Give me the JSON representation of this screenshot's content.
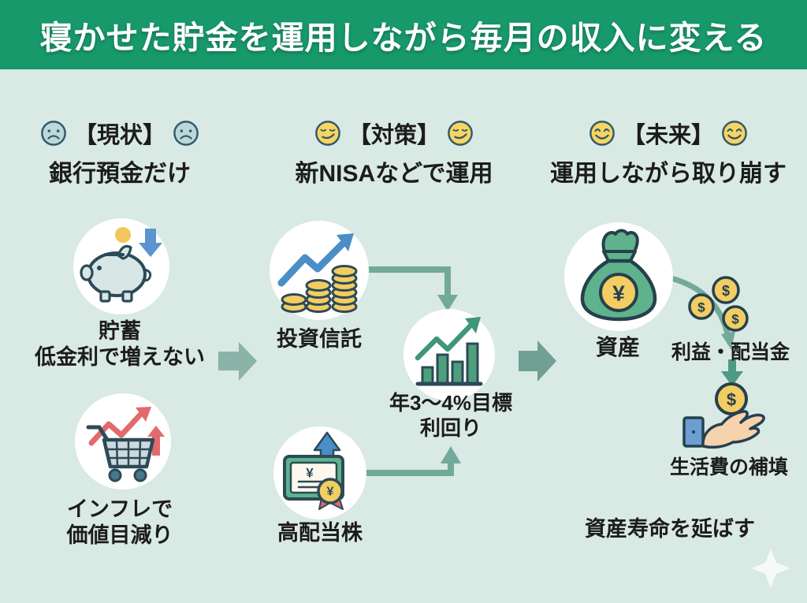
{
  "title": "寝かせた貯金を運用しながら毎月の収入に変える",
  "sections": {
    "current": {
      "tag": "【現状】",
      "subtitle": "銀行預金だけ"
    },
    "plan": {
      "tag": "【対策】",
      "subtitle": "新NISAなどで運用"
    },
    "future": {
      "tag": "【未来】",
      "subtitle": "運用しながら取り崩す"
    }
  },
  "items": {
    "savings": {
      "line1": "貯蓄",
      "line2": "低金利で増えない"
    },
    "inflation": {
      "line1": "インフレで",
      "line2": "価値目減り"
    },
    "fund": {
      "label": "投資信託"
    },
    "yield": {
      "line1": "年3〜4%目標",
      "line2": "利回り"
    },
    "stock": {
      "label": "高配当株"
    },
    "asset": {
      "label": "資産"
    },
    "profit": {
      "label": "利益・配当金"
    },
    "living": {
      "label": "生活費の補填"
    },
    "lifespan": {
      "label": "資産寿命を延ばす"
    }
  },
  "currency": {
    "yen": "¥",
    "dollar": "$"
  },
  "colors": {
    "header_bg": "#18996b",
    "canvas_bg": "#d9e9e4",
    "outline_navy": "#2c4a57",
    "green": "#5fb38c",
    "chart_green": "#4f9f7c",
    "gold": "#f2cd62",
    "blue": "#4b8ec7",
    "red": "#e26a6d",
    "flow_arrow": "#8ab4a7",
    "connector": "#73a99a",
    "text": "#1c1c1c"
  },
  "icons": [
    "sad-face",
    "smirk-face",
    "happy-face",
    "piggy-bank",
    "shopping-cart",
    "coin-stack",
    "bar-chart",
    "stock-certificate",
    "money-bag",
    "dollar-coin",
    "hand-coin",
    "sparkle"
  ]
}
